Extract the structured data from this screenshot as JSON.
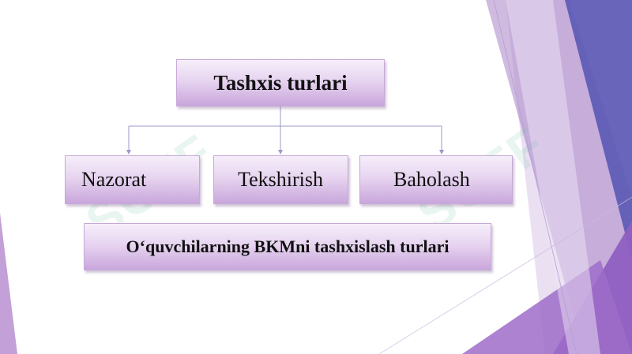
{
  "diagram": {
    "root": {
      "label": "Tashxis turlari"
    },
    "children": [
      {
        "label": "Nazorat"
      },
      {
        "label": "Tekshirish"
      },
      {
        "label": "Baholash"
      }
    ],
    "caption": "O‘quvchilarning BKMni tashxislash turlari"
  },
  "watermark": {
    "text": "SOFF",
    "color": "#7dbfa9"
  },
  "colors": {
    "box_light": "#f6eefa",
    "box_dark": "#c9a6dc",
    "accent_purple": "#7b4ea8",
    "connector": "#9a9ac8"
  }
}
